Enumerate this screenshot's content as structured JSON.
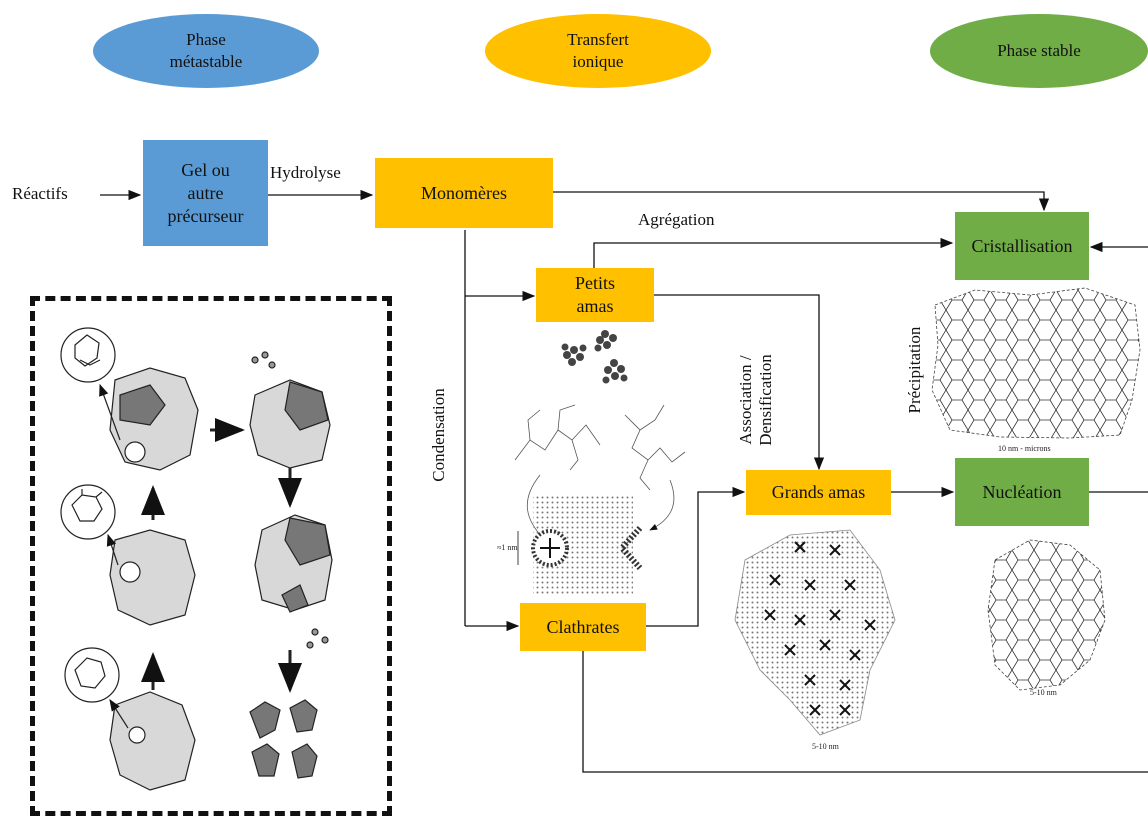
{
  "phases": {
    "metastable": "Phase\nmétastable",
    "transfert": "Transfert\nionique",
    "stable": "Phase stable"
  },
  "nodes": {
    "reactifs": "Réactifs",
    "gel": "Gel ou\nautre\nprécurseur",
    "monomeres": "Monomères",
    "petits_amas": "Petits\namas",
    "clathrates": "Clathrates",
    "grands_amas": "Grands amas",
    "cristallisation": "Cristallisation",
    "nucleation": "Nucléation"
  },
  "edge_labels": {
    "hydrolyse": "Hydrolyse",
    "agregation": "Agrégation",
    "condensation": "Condensation",
    "association": "Association /\nDensification",
    "precipitation": "Précipitation"
  },
  "annotations": {
    "scale_cristal": "10 nm - microns",
    "scale_nucleation": "5-10 nm",
    "scale_grands": "5-10 nm",
    "scale_1nm": "≈1 nm"
  },
  "colors": {
    "blue": "#5b9bd5",
    "orange": "#ffc000",
    "green": "#70ad47"
  }
}
